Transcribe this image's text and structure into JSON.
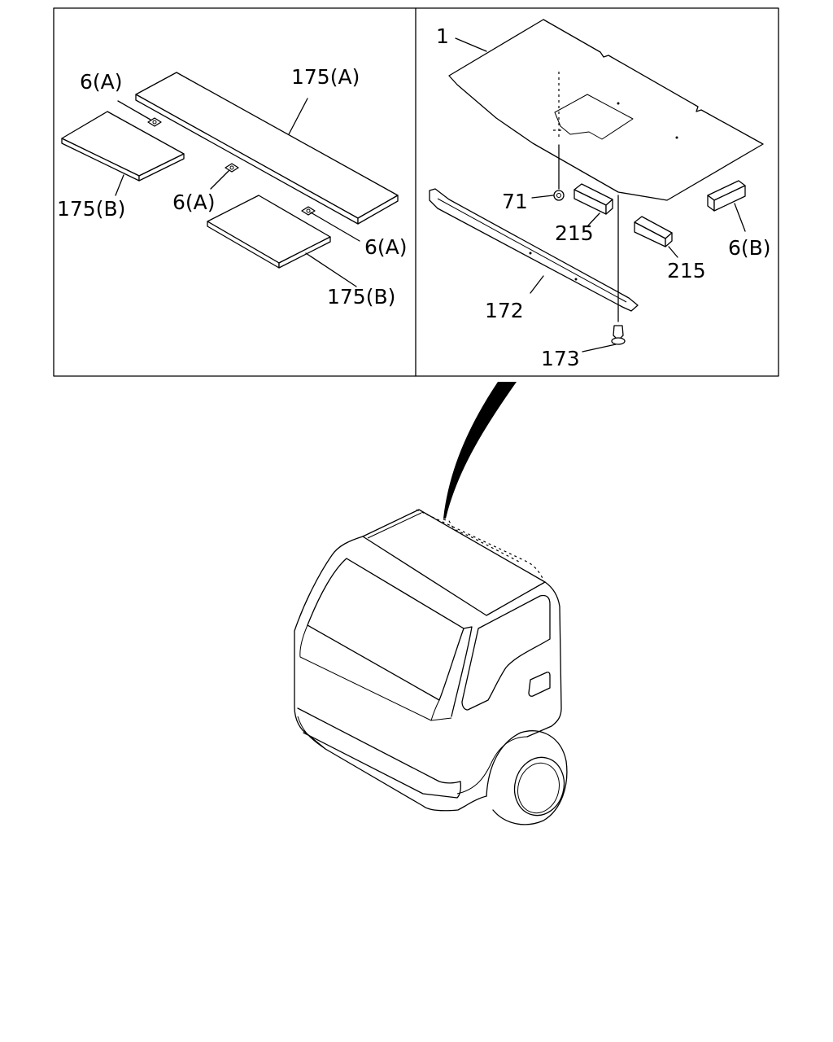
{
  "labels": {
    "p1": "1",
    "p6a_1": "6(A)",
    "p6a_2": "6(A)",
    "p6a_3": "6(A)",
    "p6b": "6(B)",
    "p71": "71",
    "p172": "172",
    "p173": "173",
    "p175a": "175(A)",
    "p175b_1": "175(B)",
    "p175b_2": "175(B)",
    "p215_1": "215",
    "p215_2": "215"
  }
}
